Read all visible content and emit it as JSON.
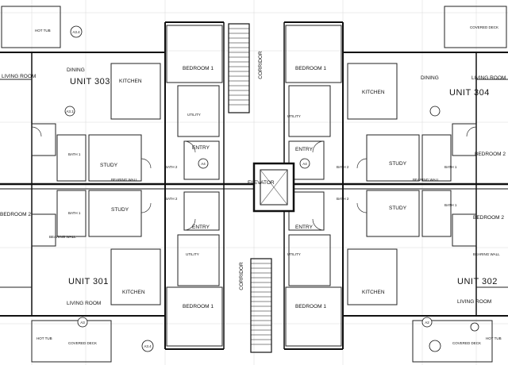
{
  "plan": {
    "units": {
      "u303": "UNIT 303",
      "u304": "UNIT 304",
      "u301": "UNIT 301",
      "u302": "UNIT 302"
    },
    "rooms": {
      "living_room": "LIVING ROOM",
      "dining": "DINING",
      "kitchen": "KITCHEN",
      "bedroom_1": "BEDROOM 1",
      "entry": "ENTRY",
      "study": "STUDY",
      "bath_1": "BATH 1",
      "bath_2": "BATH 2",
      "bedroom_2": "BEDROOM 2",
      "utility": "UTILITY",
      "corridor": "CORRIDOR",
      "elevator": "ELEVATOR",
      "covered_deck": "COVERED DECK",
      "hot_tub": "HOT TUB",
      "bearing_wall": "BEARING WALL"
    },
    "callouts": {
      "a34": "A3.4",
      "a31": "A3.1",
      "a4": "A4",
      "a3": "A3",
      "a2": "A2"
    }
  }
}
